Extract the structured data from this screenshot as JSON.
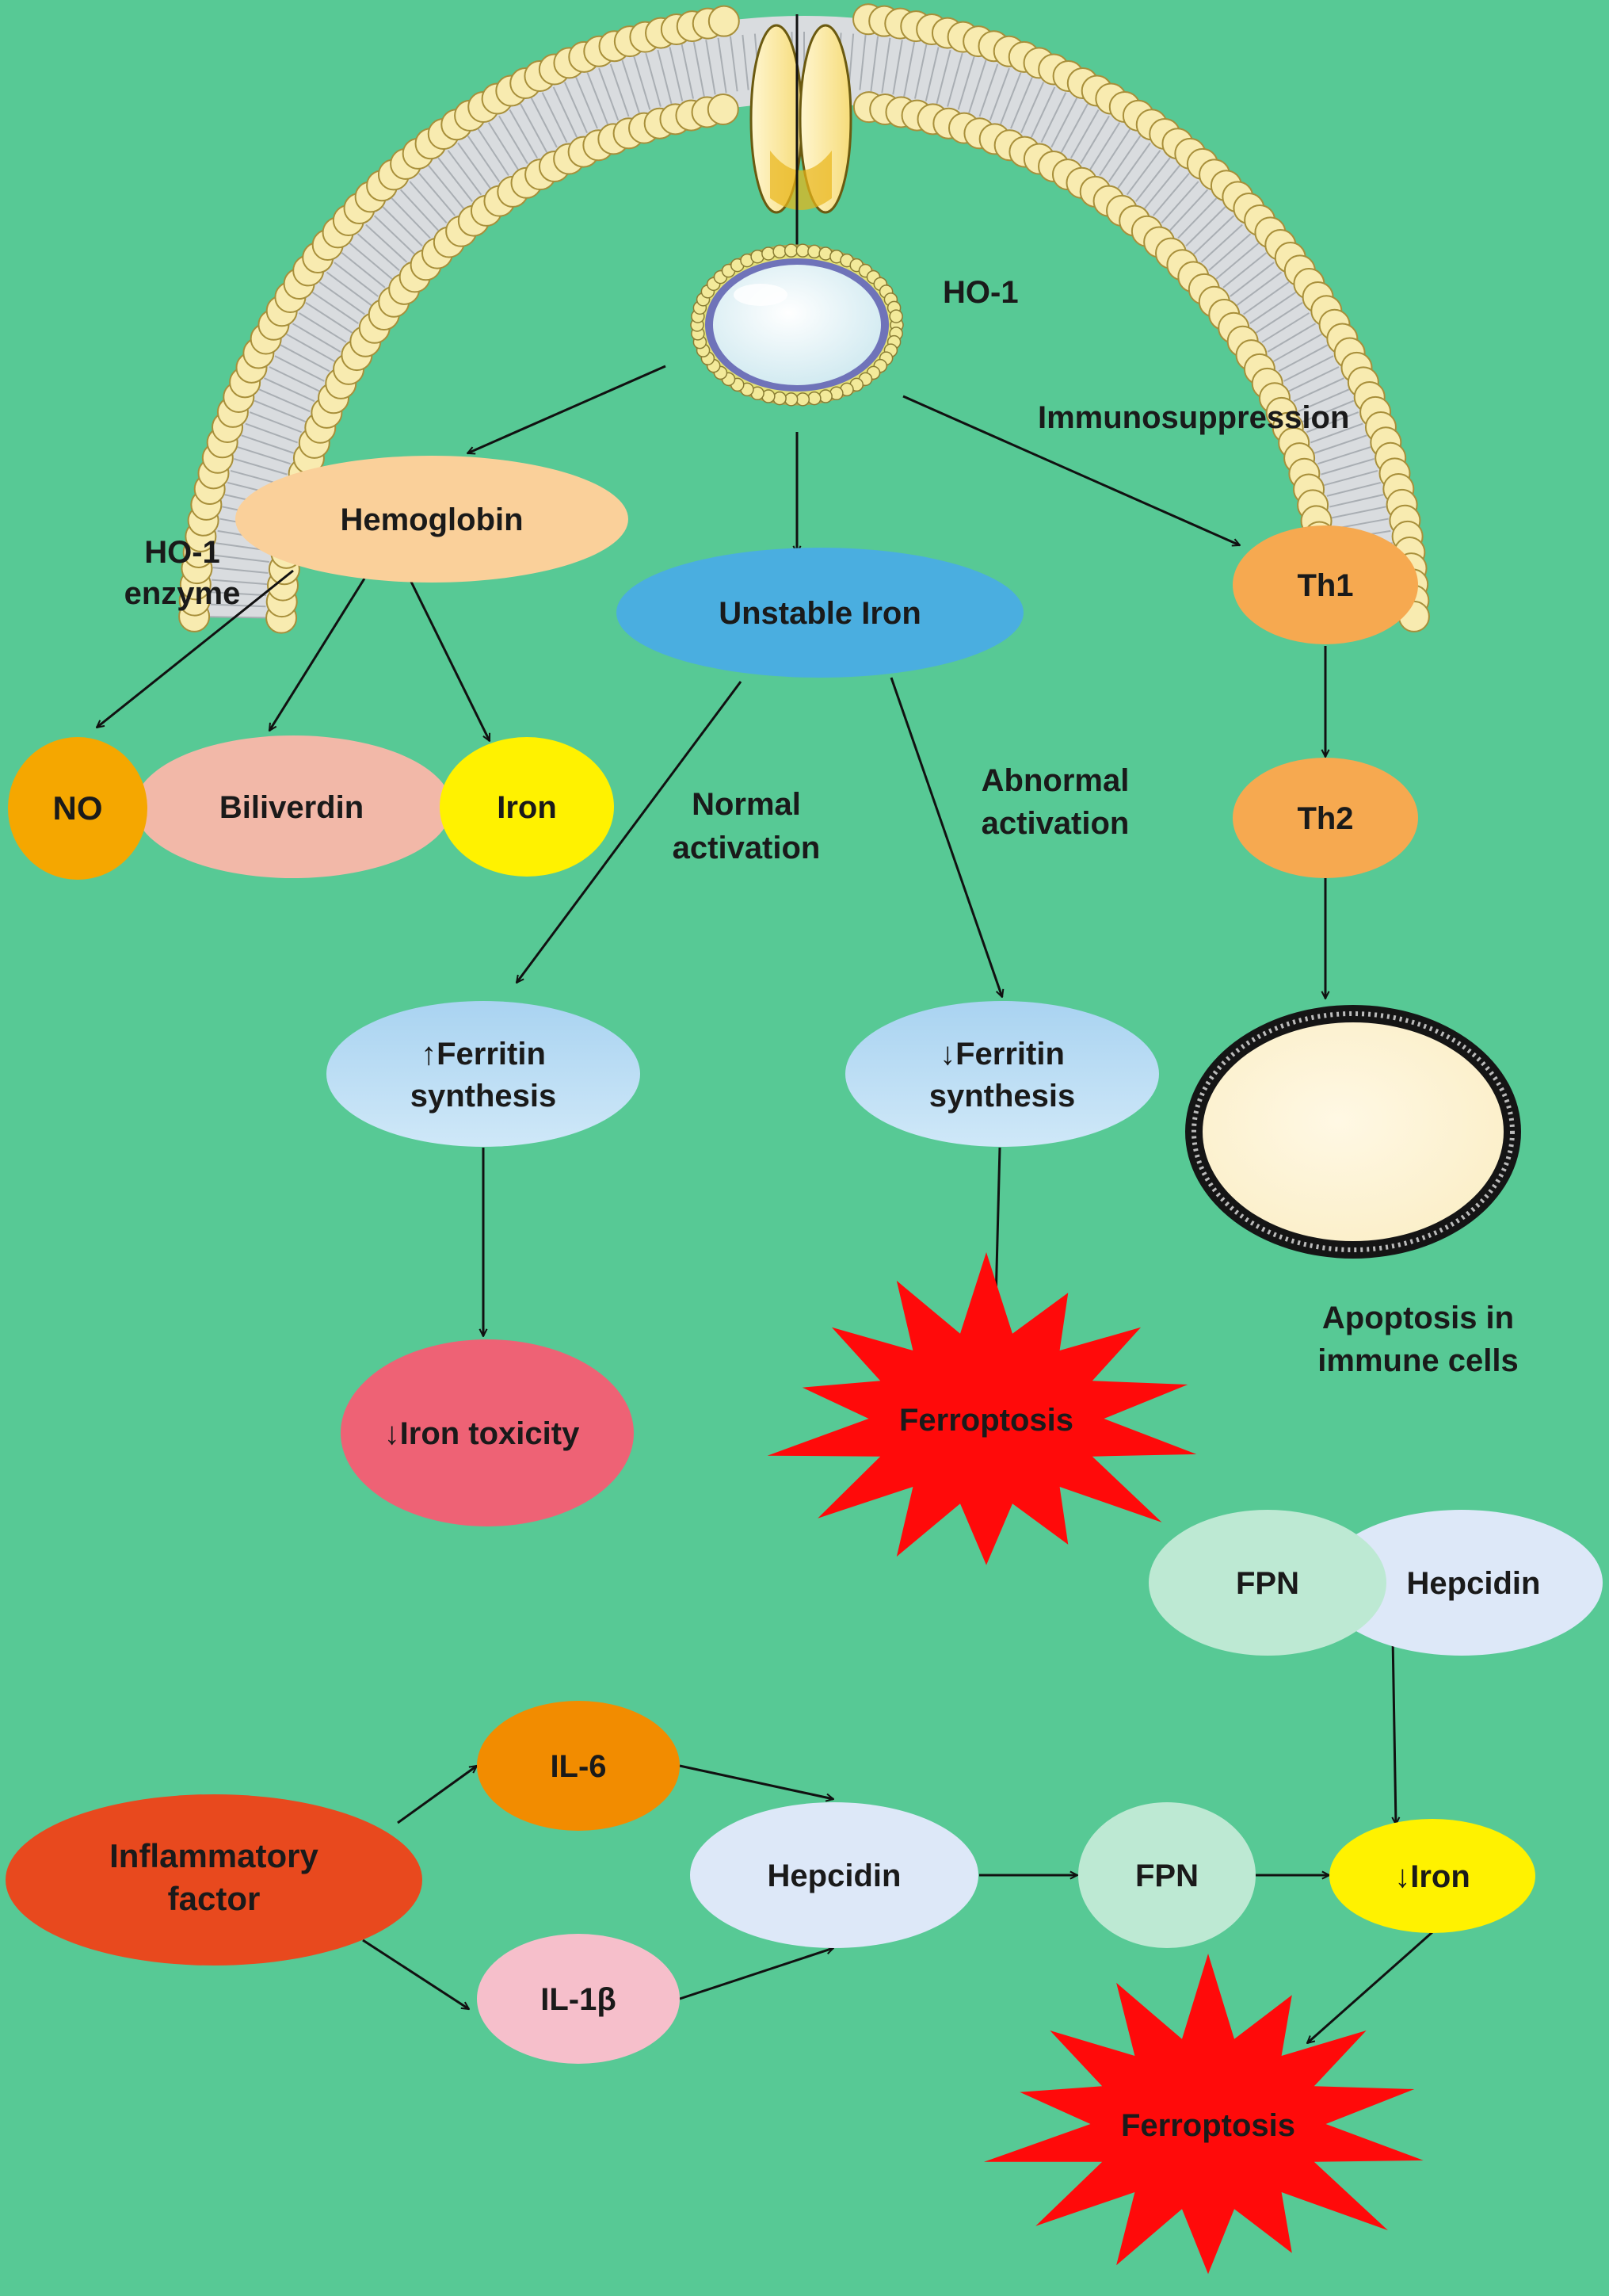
{
  "colors": {
    "background": "#57C995",
    "membrane_head": "#F8EBB0",
    "membrane_tail": "#D9DCDF",
    "hemoglobin": "#FAD09A",
    "no": "#F5A700",
    "biliverdin": "#F2B8A8",
    "iron": "#FFF200",
    "unstable_iron": "#4AAEE0",
    "th": "#F6A950",
    "ferritin": "#B9DCF3",
    "iron_toxicity": "#EE6275",
    "ferroptosis": "#FF0A0A",
    "fpn": "#BDE9D3",
    "hepcidin": "#DDE8F8",
    "inflammatory": "#E8491E",
    "il6": "#F28C00",
    "il1b": "#F6BFCB"
  },
  "labels": {
    "ho1": "HO-1",
    "immunosuppression": "Immunosuppression",
    "hemoglobin": "Hemoglobin",
    "ho1_enzyme_line1": "HO-1",
    "ho1_enzyme_line2": "enzyme",
    "unstable_iron": "Unstable Iron",
    "th1": "Th1",
    "th2": "Th2",
    "no": "NO",
    "biliverdin": "Biliverdin",
    "iron": "Iron",
    "normal_activation_line1": "Normal",
    "normal_activation_line2": "activation",
    "abnormal_activation_line1": "Abnormal",
    "abnormal_activation_line2": "activation",
    "ferritin_up_line1": "↑Ferritin",
    "ferritin_up_line2": "synthesis",
    "ferritin_down_line1": "↓Ferritin",
    "ferritin_down_line2": "synthesis",
    "apoptosis_line1": "Apoptosis in",
    "apoptosis_line2": "immune cells",
    "iron_toxicity": "↓Iron toxicity",
    "ferroptosis_upper": "Ferroptosis",
    "fpn_upper": "FPN",
    "hepcidin_upper": "Hepcidin",
    "inflammatory_line1": "Inflammatory",
    "inflammatory_line2": "factor",
    "il6": "IL-6",
    "il1b": "IL-1β",
    "hepcidin_lower": "Hepcidin",
    "fpn_lower": "FPN",
    "iron_down": "↓Iron",
    "ferroptosis_lower": "Ferroptosis"
  }
}
